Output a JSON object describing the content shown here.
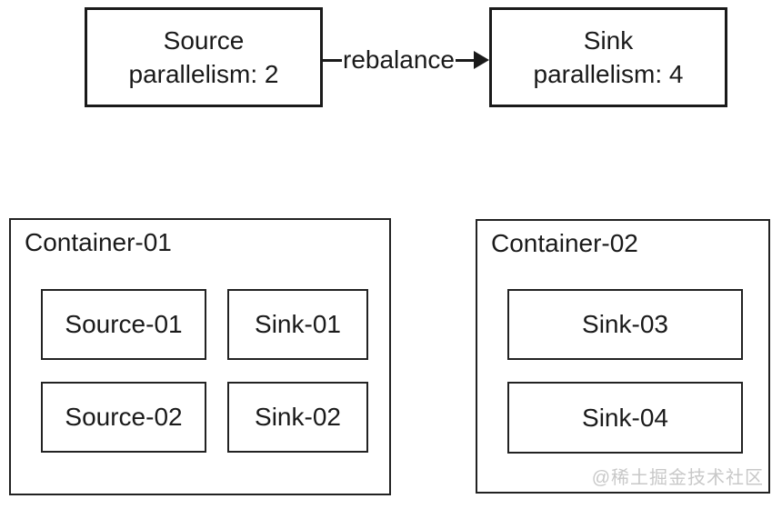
{
  "flow": {
    "source_node": {
      "line1": "Source",
      "line2": "parallelism: 2"
    },
    "edge_label": "rebalance",
    "sink_node": {
      "line1": "Sink",
      "line2": "parallelism: 4"
    }
  },
  "containers": [
    {
      "title": "Container-01",
      "tasks": [
        "Source-01",
        "Sink-01",
        "Source-02",
        "Sink-02"
      ]
    },
    {
      "title": "Container-02",
      "tasks": [
        "Sink-03",
        "Sink-04"
      ]
    }
  ],
  "watermark": "@稀土掘金技术社区",
  "colors": {
    "line": "#1a1a1a",
    "text": "#1a1a1a",
    "watermark": "#c8c8c8",
    "background": "#ffffff"
  }
}
